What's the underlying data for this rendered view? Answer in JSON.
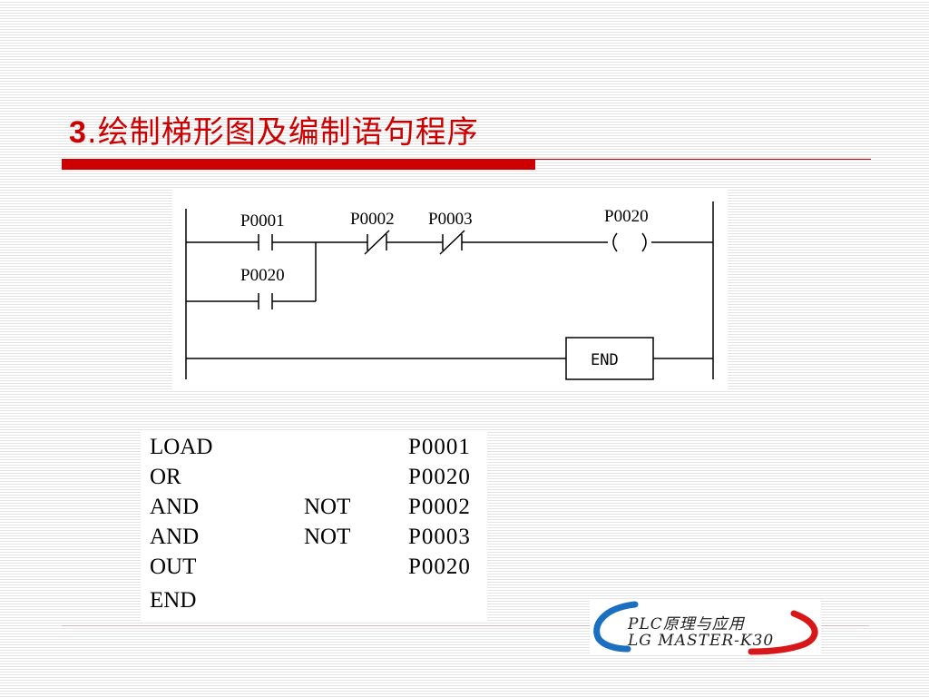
{
  "title": {
    "number": "3",
    "separator": ".",
    "text": "绘制梯形图及编制语句程序"
  },
  "ladder": {
    "contacts": [
      {
        "label": "P0001",
        "kind": "normally-open"
      },
      {
        "label": "P0020",
        "kind": "normally-open"
      },
      {
        "label": "P0002",
        "kind": "normally-closed"
      },
      {
        "label": "P0003",
        "kind": "normally-closed"
      }
    ],
    "coil": {
      "label": "P0020",
      "symbol": "(     )"
    },
    "end_box": "END"
  },
  "statements": [
    {
      "op": "LOAD",
      "modifier": "",
      "address": "P0001"
    },
    {
      "op": "OR",
      "modifier": "",
      "address": "P0020"
    },
    {
      "op": "AND",
      "modifier": "NOT",
      "address": "P0002"
    },
    {
      "op": "AND",
      "modifier": "NOT",
      "address": "P0003"
    },
    {
      "op": "OUT",
      "modifier": "",
      "address": "P0020"
    },
    {
      "op": "END",
      "modifier": "",
      "address": ""
    }
  ],
  "logo": {
    "line1": "PLC原理与应用",
    "line2": "LG MASTER-K30",
    "colors": {
      "arc_blue": "#1a6fc0",
      "arc_red": "#d81818"
    }
  },
  "colors": {
    "title_red": "#cc0000"
  }
}
